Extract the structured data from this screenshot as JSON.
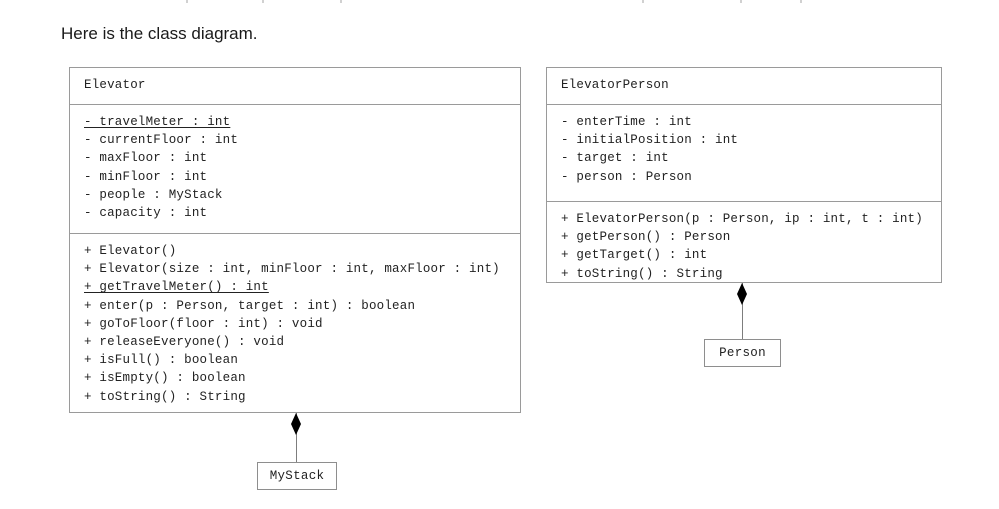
{
  "page": {
    "heading": "Here is the class diagram."
  },
  "diagram": {
    "classes": [
      {
        "id": "elevator",
        "name": "Elevator",
        "attributes": [
          {
            "text": "- travelMeter : int",
            "static": true
          },
          {
            "text": "- currentFloor : int",
            "static": false
          },
          {
            "text": "- maxFloor : int",
            "static": false
          },
          {
            "text": "- minFloor : int",
            "static": false
          },
          {
            "text": "- people : MyStack",
            "static": false
          },
          {
            "text": "- capacity : int",
            "static": false
          }
        ],
        "methods": [
          {
            "text": "+ Elevator()",
            "static": false
          },
          {
            "text": "+ Elevator(size : int, minFloor : int, maxFloor : int)",
            "static": false
          },
          {
            "text": "+ getTravelMeter() : int",
            "static": true
          },
          {
            "text": "+ enter(p : Person, target : int) : boolean",
            "static": false
          },
          {
            "text": "+ goToFloor(floor : int) : void",
            "static": false
          },
          {
            "text": "+ releaseEveryone() : void",
            "static": false
          },
          {
            "text": "+ isFull() : boolean",
            "static": false
          },
          {
            "text": "+ isEmpty() : boolean",
            "static": false
          },
          {
            "text": "+ toString() : String",
            "static": false
          }
        ]
      },
      {
        "id": "elevatorperson",
        "name": "ElevatorPerson",
        "attributes": [
          {
            "text": "- enterTime : int",
            "static": false
          },
          {
            "text": "- initialPosition : int",
            "static": false
          },
          {
            "text": "- target : int",
            "static": false
          },
          {
            "text": "- person : Person",
            "static": false
          }
        ],
        "methods": [
          {
            "text": "+ ElevatorPerson(p : Person, ip : int, t : int)",
            "static": false
          },
          {
            "text": "+ getPerson() : Person",
            "static": false
          },
          {
            "text": "+ getTarget() : int",
            "static": false
          },
          {
            "text": "+ toString() : String",
            "static": false
          }
        ]
      }
    ],
    "simple_classes": [
      {
        "id": "mystack",
        "name": "MyStack"
      },
      {
        "id": "person",
        "name": "Person"
      }
    ],
    "relationships": [
      {
        "id": "elevator-mystack",
        "type": "composition",
        "whole": "Elevator",
        "part": "MyStack",
        "diamond_end": "whole"
      },
      {
        "id": "elevatorperson-person",
        "type": "composition",
        "whole": "ElevatorPerson",
        "part": "Person",
        "diamond_end": "whole"
      }
    ]
  },
  "colors": {
    "background": "#ffffff",
    "box_border": "#9a9a9a",
    "text": "#222222",
    "heading_text": "#1a1a1a",
    "connector_line": "#7d7d7d",
    "diamond_fill": "#000000"
  }
}
